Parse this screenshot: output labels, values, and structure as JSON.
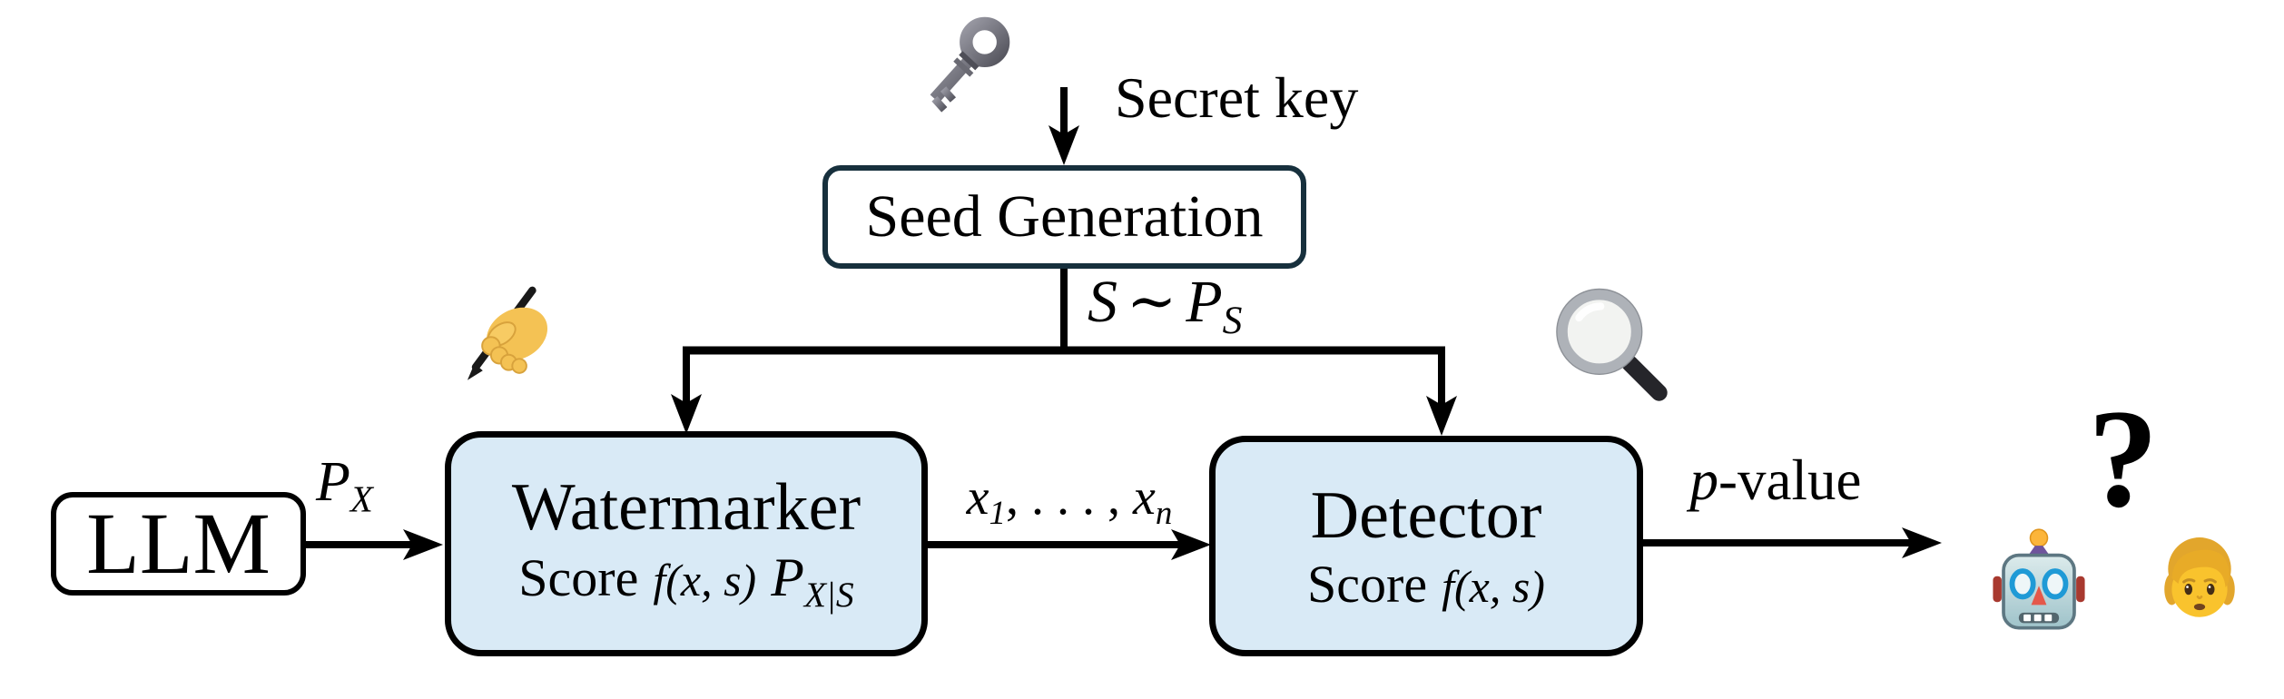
{
  "boxes": {
    "llm": {
      "label": "LLM"
    },
    "seed": {
      "label": "Seed Generation"
    },
    "watermarker": {
      "title": "Watermarker",
      "score_word": "Score",
      "score_fn": "f(x, s)",
      "dist_base": "P",
      "dist_sub": "X|S"
    },
    "detector": {
      "title": "Detector",
      "score_word": "Score",
      "score_fn": "f(x, s)"
    }
  },
  "labels": {
    "secret_key": "Secret key",
    "seed_sample": {
      "base": "S",
      "op": "∼",
      "dist": "P",
      "sub": "S"
    },
    "p_x": {
      "base": "P",
      "sub": "X"
    },
    "tokens": {
      "x1": "x",
      "x1_sub": "1",
      "dots": ", . . . , ",
      "xn": "x",
      "xn_sub": "n"
    },
    "p_value": {
      "p": "p",
      "rest": "-value"
    },
    "question": "?"
  },
  "icons": {
    "key": "old-key-icon",
    "hand": "writing-hand-icon",
    "magnifier": "magnifying-glass-icon",
    "robot": "robot-face-icon",
    "person": "person-face-icon"
  },
  "colors": {
    "module_fill": "#d9eaf6",
    "module_border": "#000000",
    "seed_border": "#17303d",
    "arrow": "#000000",
    "background": "#ffffff"
  }
}
